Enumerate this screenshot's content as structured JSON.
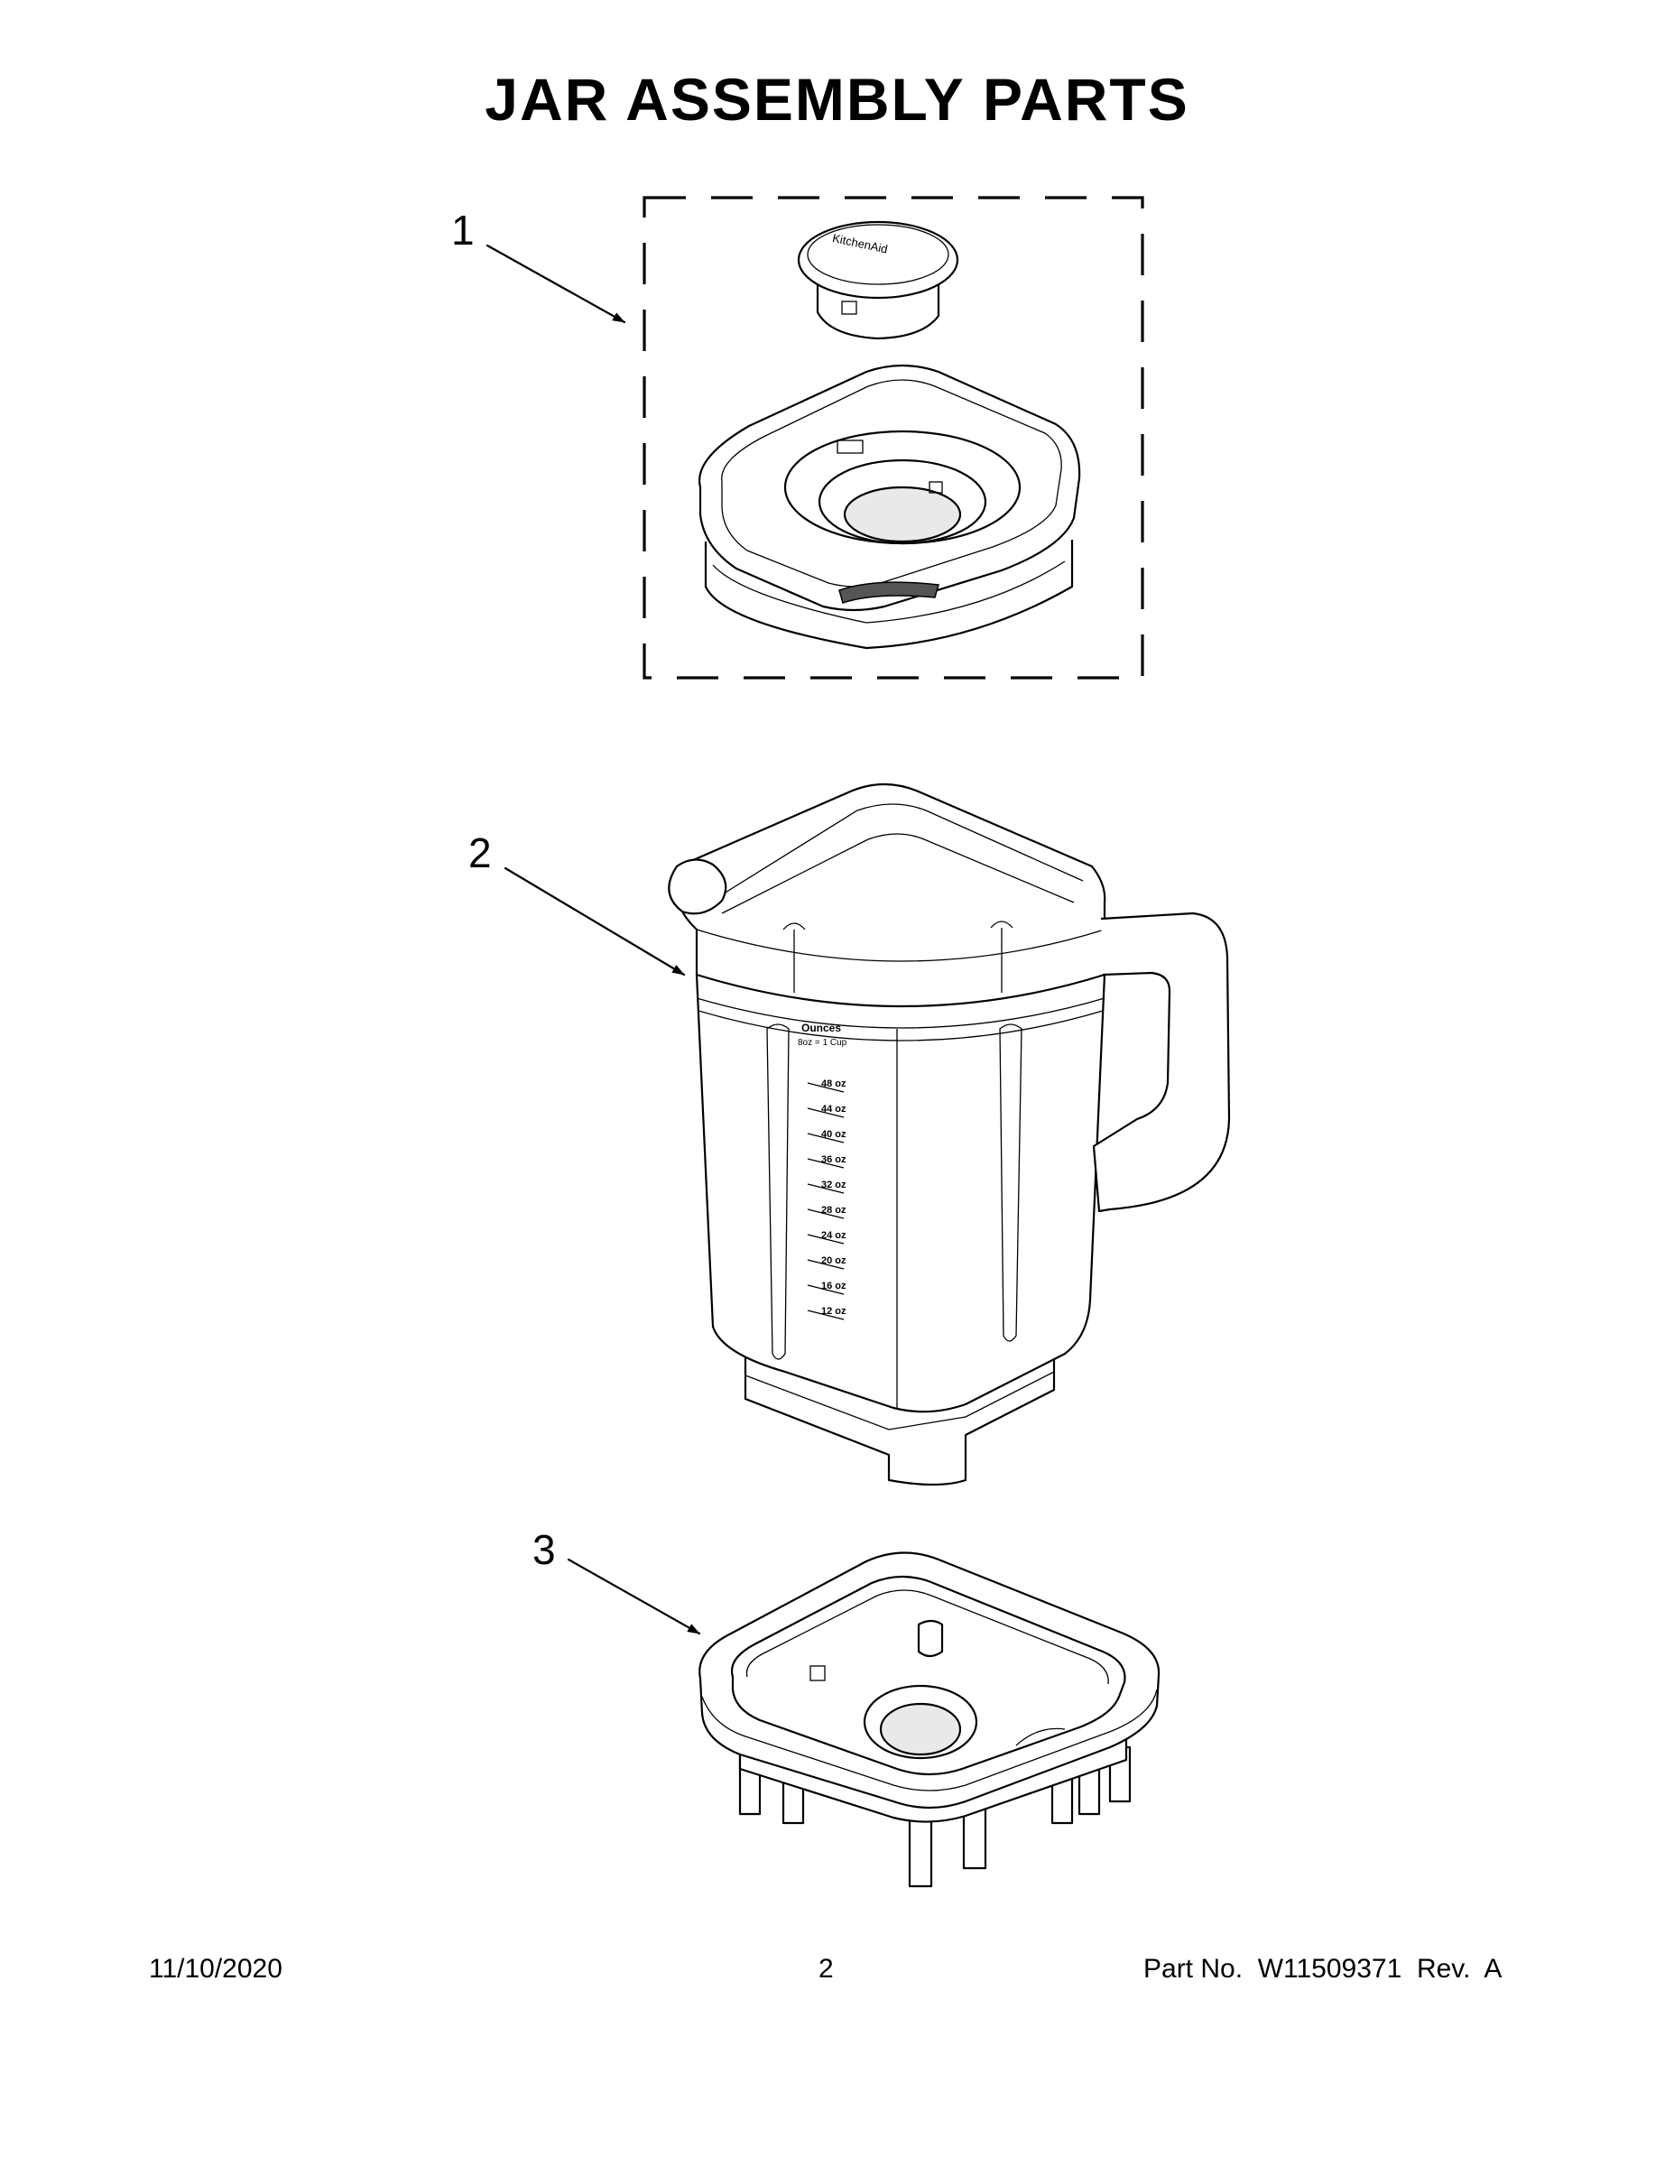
{
  "title": "JAR ASSEMBLY PARTS",
  "callouts": [
    {
      "number": "1",
      "part": "lid-assembly"
    },
    {
      "number": "2",
      "part": "jar"
    },
    {
      "number": "3",
      "part": "jar-base"
    }
  ],
  "lid_cap_brand": "KitchenAid",
  "jar_markings": {
    "header_lines": [
      "Ounces",
      "8oz = 1 Cup"
    ],
    "graduations": [
      "48 oz",
      "44 oz",
      "40 oz",
      "36 oz",
      "32 oz",
      "28 oz",
      "24 oz",
      "20 oz",
      "16 oz",
      "12 oz"
    ]
  },
  "footer": {
    "date": "11/10/2020",
    "page_number": "2",
    "part_number": "Part No.  W11509371  Rev.  A"
  }
}
